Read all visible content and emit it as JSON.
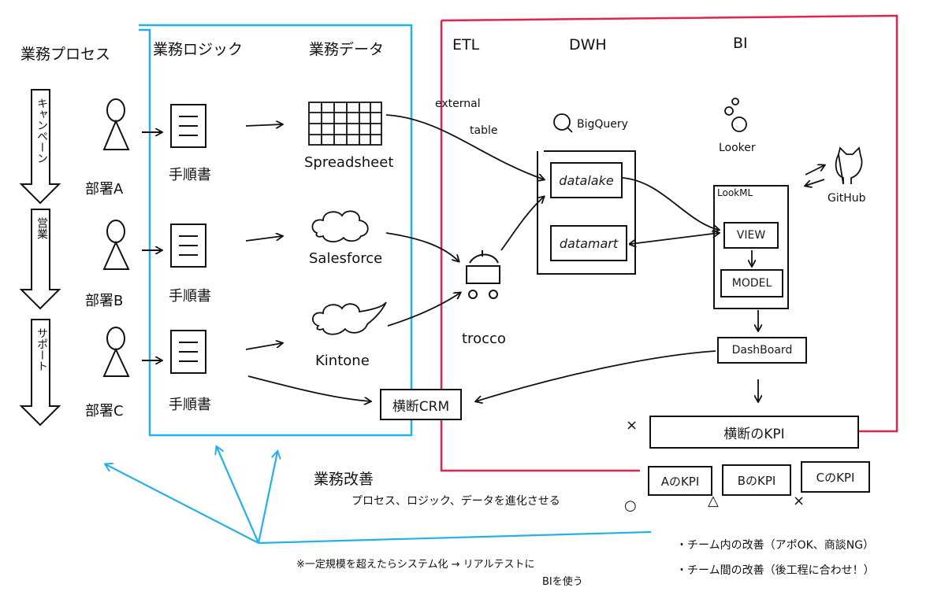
{
  "colors": {
    "business_frame": "#27b0e6",
    "data_frame": "#e0244e",
    "ink": "#111111",
    "feedback_arrows": "#27b0e6"
  },
  "left": {
    "process_header": "業務プロセス",
    "process_steps": [
      "キャンペーン",
      "営業",
      "サポート"
    ],
    "departments": [
      "部署A",
      "部署B",
      "部署C"
    ]
  },
  "business_frame": {
    "logic_header": "業務ロジック",
    "data_header": "業務データ",
    "procedure_label": "手順書",
    "sources": [
      "Spreadsheet",
      "Salesforce",
      "Kintone"
    ],
    "crm": "横断CRM"
  },
  "data_frame": {
    "etl_header": "ETL",
    "dwh_header": "DWH",
    "bi_header": "BI",
    "external_table": [
      "external",
      "table"
    ],
    "etl_tool": "trocco",
    "dwh_tool": "BigQuery",
    "datalake": "datalake",
    "datamart": "datamart",
    "bi_tool": "Looker",
    "lookml": "LookML",
    "view": "VIEW",
    "model": "MODEL",
    "dashboard": "DashBoard",
    "vcs": "GitHub"
  },
  "kpi": {
    "cross_kpi_mark": "×",
    "cross_kpi": "横断のKPI",
    "dept_kpis": [
      {
        "label": "AのKPI",
        "mark": "○"
      },
      {
        "label": "BのKPI",
        "mark": "△"
      },
      {
        "label": "CのKPI",
        "mark": "×"
      }
    ]
  },
  "improvement": {
    "title": "業務改善",
    "subtitle": "プロセス、ロジック、データを進化させる",
    "note_line1": "※一定規模を超えたらシステム化 → リアルテストに",
    "note_line2": "BIを使う",
    "bullets": [
      "・チーム内の改善（アポOK、商談NG）",
      "・チーム間の改善（後工程に合わせ！）"
    ]
  }
}
